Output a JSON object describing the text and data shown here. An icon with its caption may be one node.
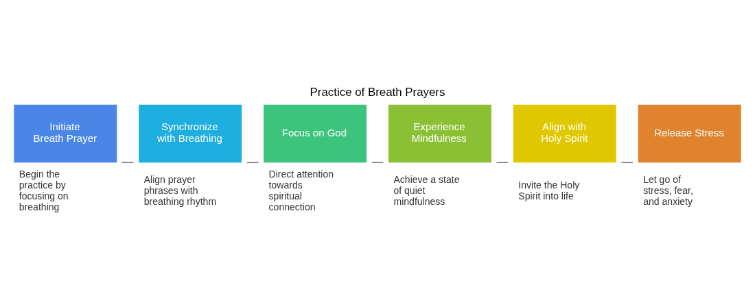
{
  "diagram": {
    "title": "Practice of Breath Prayers",
    "nodes": [
      {
        "text": [
          "Initiate Breath Prayer"
        ],
        "beside": [
          "Begin the practice by focusing on breathing"
        ]
      },
      {
        "text": [
          "Synchronize with Breathing"
        ],
        "beside": [
          "Align prayer phrases with breathing rhythm"
        ]
      },
      {
        "text": [
          "Focus on God"
        ],
        "beside": [
          "Direct attention towards spiritual connection"
        ]
      },
      {
        "text": [
          "Experience Mindfulness"
        ],
        "beside": [
          "Achieve a state of quiet mindfulness"
        ]
      },
      {
        "text": [
          "Align with Holy Spirit"
        ],
        "beside": [
          "Invite the Holy Spirit into life"
        ]
      },
      {
        "text": [
          "Release Stress"
        ],
        "beside": [
          "Let go of stress, fear, and anxiety"
        ]
      }
    ],
    "edges": [
      {
        "from": 0,
        "to": 1,
        "arrow": "none"
      },
      {
        "from": 1,
        "to": 2,
        "arrow": "none"
      },
      {
        "from": 2,
        "to": 3,
        "arrow": "none"
      },
      {
        "from": 3,
        "to": 4,
        "arrow": "none"
      },
      {
        "from": 4,
        "to": 5,
        "arrow": "none"
      }
    ]
  }
}
